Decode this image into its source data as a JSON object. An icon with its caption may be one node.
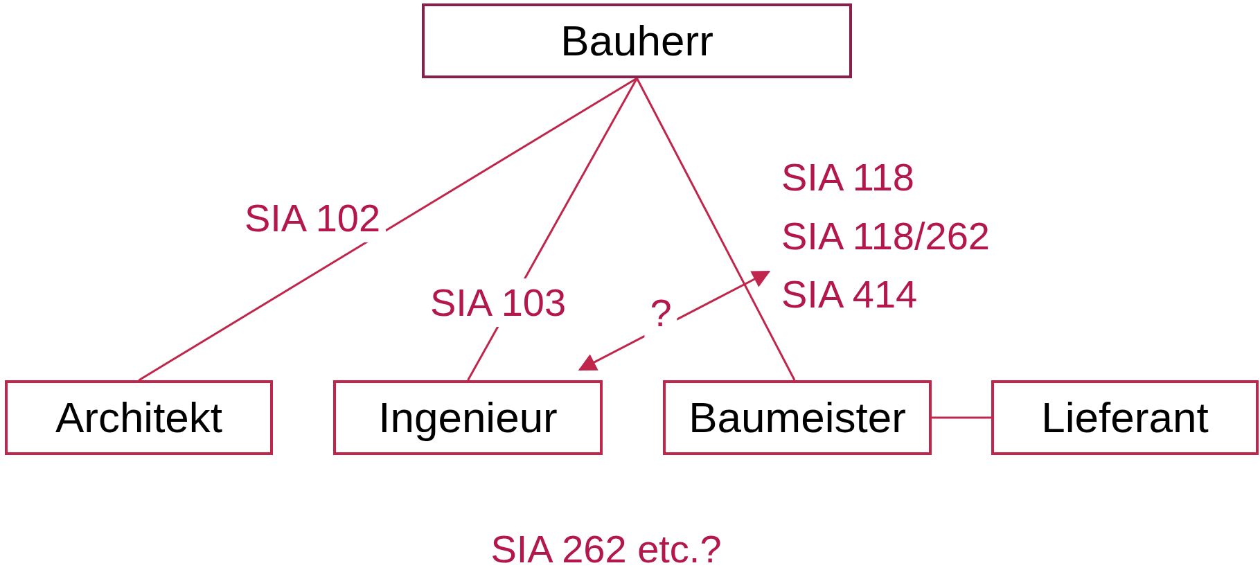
{
  "diagram": {
    "nodes": [
      {
        "text": [
          "Bauherr"
        ]
      },
      {
        "text": [
          "Architekt"
        ]
      },
      {
        "text": [
          "Ingenieur"
        ]
      },
      {
        "text": [
          "Baumeister"
        ]
      },
      {
        "text": [
          "Lieferant"
        ]
      },
      {
        "text": [
          "SIA 118",
          "SIA 118/262",
          "SIA 414"
        ]
      }
    ],
    "edges": [
      {
        "from": 0,
        "to": 1,
        "arrow": "none",
        "label": "SIA 102"
      },
      {
        "from": 0,
        "to": 2,
        "arrow": "none",
        "label": "SIA 103"
      },
      {
        "from": 0,
        "to": 3,
        "arrow": "none"
      },
      {
        "from": 2,
        "to": 5,
        "arrow": "both",
        "label": "?"
      },
      {
        "from": 3,
        "to": 4,
        "arrow": "none"
      }
    ],
    "labels": [
      "SIA 262 etc.?"
    ]
  }
}
